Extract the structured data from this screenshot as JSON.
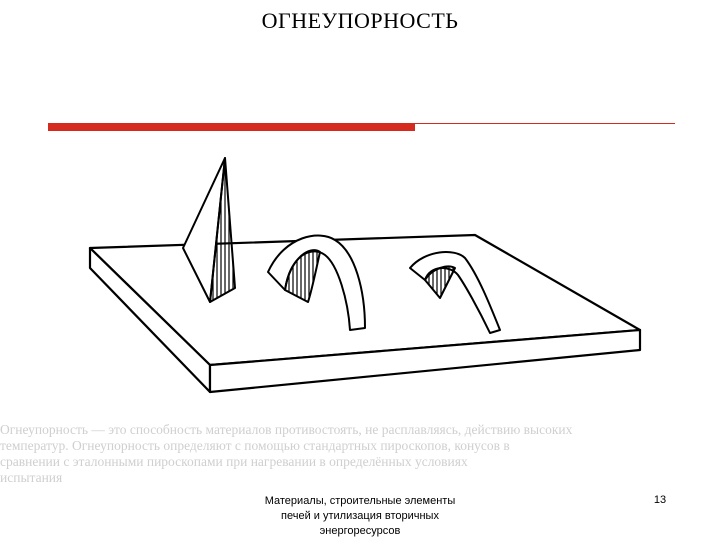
{
  "slide": {
    "title": "ОГНЕУПОРНОСТЬ",
    "faded_text_lines": [
      "Огнеупорность — это способность материалов противостоять, не расплавляясь, действию высоких",
      "температур. Огнеупорность определяют с помощью стандартных пироскопов, конусов в",
      "сравнении с эталонными пироскопами при нагревании в определённых условиях",
      "испытания"
    ],
    "footer_text": "Материалы, строительные элементы печей и утилизация вторичных энергоресурсов",
    "page_number": "13",
    "accent_color": "#d52b1e"
  },
  "figure": {
    "icon": "pyrometric-cones-illustration"
  }
}
